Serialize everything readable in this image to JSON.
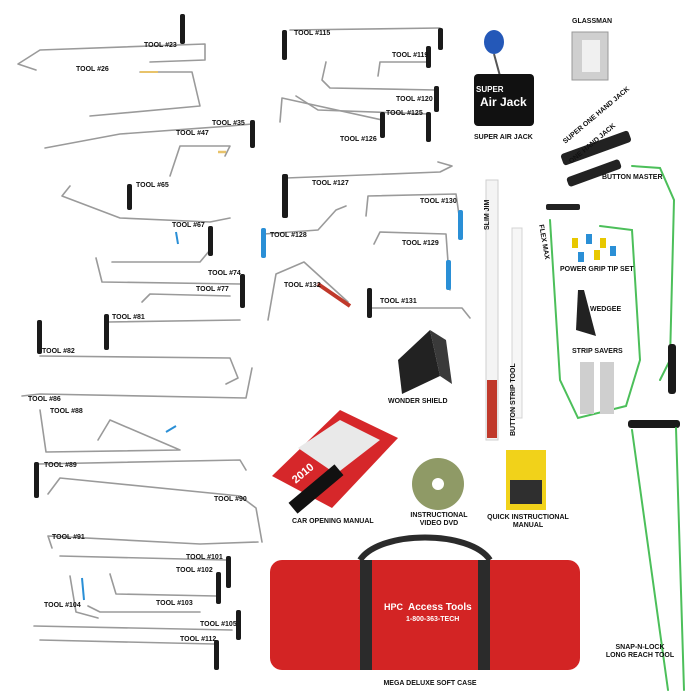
{
  "labels": {
    "t23": "TOOL #23",
    "t26": "TOOL #26",
    "t35": "TOOL #35",
    "t47": "TOOL #47",
    "t65": "TOOL #65",
    "t67": "TOOL #67",
    "t74": "TOOL #74",
    "t77": "TOOL #77",
    "t81": "TOOL #81",
    "t82": "TOOL #82",
    "t86": "TOOL #86",
    "t88": "TOOL #88",
    "t89": "TOOL #89",
    "t90": "TOOL #90",
    "t91": "TOOL #91",
    "t101": "TOOL #101",
    "t102": "TOOL #102",
    "t103": "TOOL #103",
    "t104": "TOOL #104",
    "t105": "TOOL #105",
    "t112": "TOOL #112",
    "t115": "TOOL #115",
    "t119": "TOOL #119",
    "t120": "TOOL #120",
    "t125": "TOOL #125",
    "t126": "TOOL #126",
    "t127": "TOOL #127",
    "t128": "TOOL #128",
    "t129": "TOOL #129",
    "t130": "TOOL #130",
    "t131": "TOOL #131",
    "t132": "TOOL #132",
    "glassman": "GLASSMAN",
    "super_air_jack": "SUPER AIR JACK",
    "super_one_hand_jack": "SUPER ONE HAND JACK",
    "one_hand_jack": "ONE HAND JACK",
    "button_master": "BUTTON MASTER",
    "flex_max": "FLEX MAX",
    "power_grip": "POWER GRIP TIP SET",
    "wedgee": "WEDGEE",
    "strip_savers": "STRIP SAVERS",
    "slim_jim": "SLIM JIM",
    "button_strip": "BUTTON STRIP TOOL",
    "wonder_shield": "WONDER SHIELD",
    "car_manual": "CAR OPENING MANUAL",
    "dvd_1": "INSTRUCTIONAL",
    "dvd_2": "VIDEO DVD",
    "quick_1": "QUICK INSTRUCTIONAL",
    "quick_2": "MANUAL",
    "snap_1": "SNAP-N-LOCK",
    "snap_2": "LONG REACH TOOL",
    "soft_case": "MEGA DELUXE SOFT CASE"
  },
  "product_text": {
    "air_jack_1": "SUPER",
    "air_jack_2": "Air Jack",
    "manual_year": "2010",
    "case_brand_1": "HPC",
    "case_brand_2": "Access Tools",
    "case_phone": "1-800-363-TECH"
  },
  "colors": {
    "rod": "#9a9a9a",
    "grip": "#1a1a1a",
    "blue_grip": "#2a8fd6",
    "red_accent": "#c0392b",
    "cable_green": "#4cbf5a",
    "case_red": "#d32424",
    "strap_dark": "#2b2b2b"
  }
}
